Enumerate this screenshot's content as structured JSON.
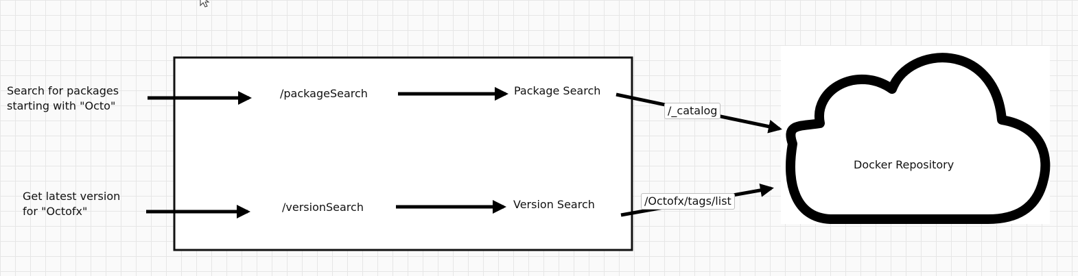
{
  "inputs": {
    "package_query": "Search for packages\nstarting with \"Octo\"",
    "version_query": "Get latest version\nfor \"Octofx\""
  },
  "endpoints": {
    "package_search": "/packageSearch",
    "version_search": "/versionSearch"
  },
  "services": {
    "package_search": "Package Search",
    "version_search": "Version Search"
  },
  "calls": {
    "catalog": "/_catalog",
    "tags_list": "/Octofx/tags/list"
  },
  "repository": {
    "label": "Docker Repository"
  }
}
